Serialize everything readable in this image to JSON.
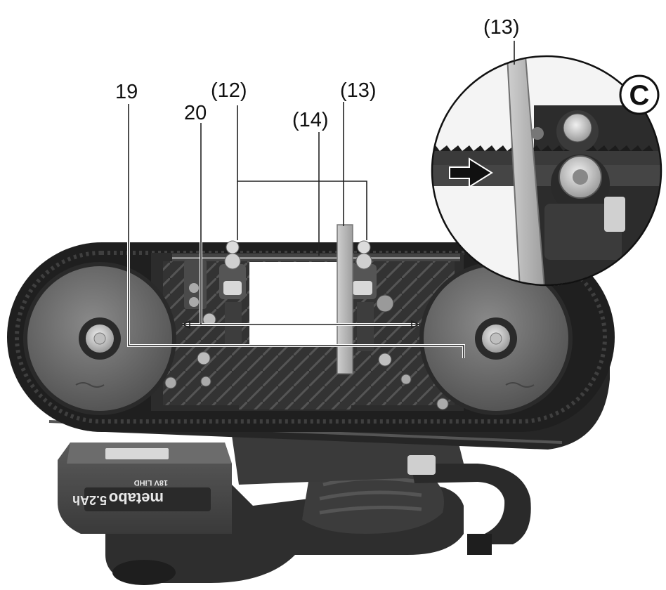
{
  "labels": {
    "wheel_left": "19",
    "tensioner": "20",
    "guide_12": "(12)",
    "blade_14": "(14)",
    "guide_13": "(13)",
    "detail_13": "(13)",
    "detail_badge": "C"
  },
  "battery": {
    "brand": "metabo",
    "capacity": "5.2Ah",
    "voltage": "18V LiHD"
  },
  "colors": {
    "housing": "#2b2b2b",
    "wheel": "#6e6e6e",
    "frame": "#3a3a3a",
    "blade_guide": "#bdbdbd"
  },
  "icons": {
    "detail_arrow": "arrow-right-icon"
  }
}
